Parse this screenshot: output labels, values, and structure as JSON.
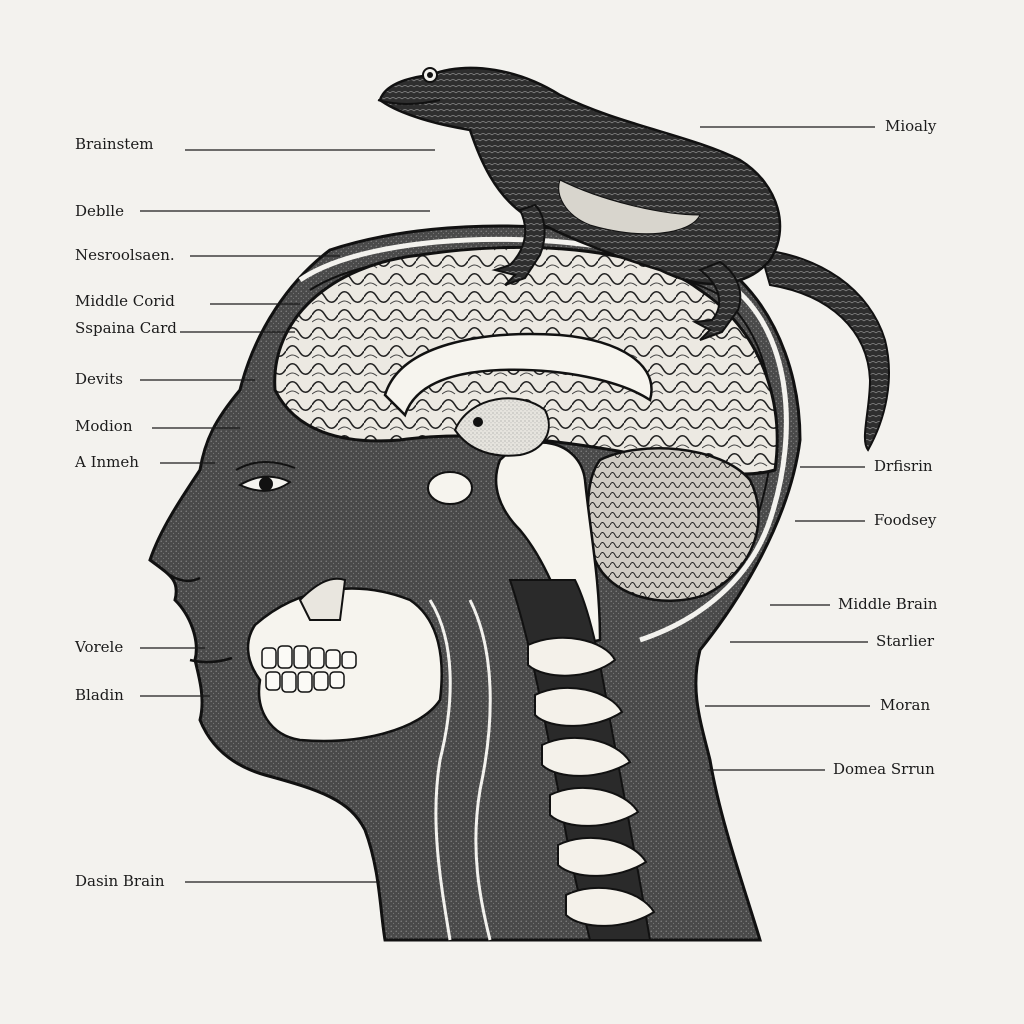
{
  "labels": {
    "left": [
      "Brainstem",
      "Deblle",
      "Nesroolsaen.",
      "Middle Corid",
      "Sspaina Card",
      "Devits",
      "Modion",
      "A Inmeh",
      "Vorele",
      "Bladin",
      "Dasin Brain"
    ],
    "right": [
      "Mioaly",
      "Drfisrin",
      "Foodsey",
      "Middle Brain",
      "Starlier",
      "Moran",
      "Domea Srrun"
    ]
  },
  "colors": {
    "ink": "#1b1b1b",
    "paper": "#f3f2ee",
    "skin": "#3c3c3c",
    "bone": "#f6f4ee",
    "brain": "#d9d6cf"
  },
  "figure": {
    "subject": "sagittal head cross-section",
    "overlay": "lizard perched on top of skull"
  }
}
